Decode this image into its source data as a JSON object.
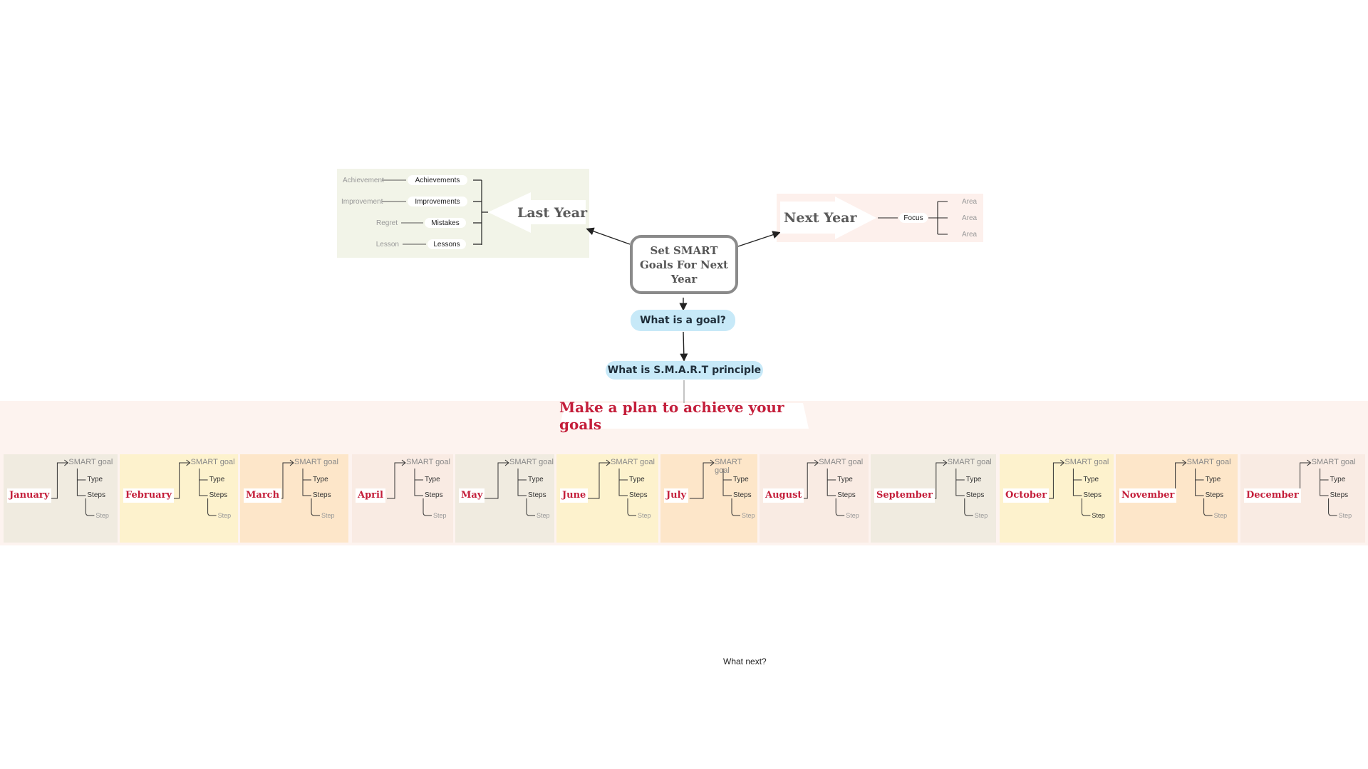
{
  "central": {
    "title": "Set SMART Goals For Next Year"
  },
  "last_year": {
    "label": "Last Year",
    "items": [
      {
        "left": "Achievement",
        "tag": "Achievements"
      },
      {
        "left": "Improvement",
        "tag": "Improvements"
      },
      {
        "left": "Regret",
        "tag": "Mistakes"
      },
      {
        "left": "Lesson",
        "tag": "Lessons"
      }
    ]
  },
  "next_year": {
    "label": "Next Year",
    "focus": "Focus",
    "areas": [
      "Area",
      "Area",
      "Area"
    ]
  },
  "questions": {
    "goal": "What is a goal?",
    "smart": "What is S.M.A.R.T principle"
  },
  "plan": {
    "title": "Make a plan to achieve your goals",
    "months": [
      {
        "name": "January",
        "color": "#f0ebe0"
      },
      {
        "name": "February",
        "color": "#fdf2cd"
      },
      {
        "name": "March",
        "color": "#fde6c9"
      },
      {
        "name": "April",
        "color": "#f9ebe3"
      },
      {
        "name": "May",
        "color": "#f0ebe0"
      },
      {
        "name": "June",
        "color": "#fdf2cd"
      },
      {
        "name": "July",
        "color": "#fde6c9"
      },
      {
        "name": "August",
        "color": "#f9ebe3"
      },
      {
        "name": "September",
        "color": "#f0ebe0"
      },
      {
        "name": "October",
        "color": "#fdf2cd"
      },
      {
        "name": "November",
        "color": "#fde6c9"
      },
      {
        "name": "December",
        "color": "#f9ebe3"
      }
    ],
    "branch": {
      "goal": "SMART goal",
      "type": "Type",
      "steps": "Steps",
      "step": "Step"
    }
  },
  "footer": {
    "what_next": "What next?"
  },
  "colors": {
    "accent_red": "#c41e3a",
    "pill_blue": "#c7e9f8"
  }
}
